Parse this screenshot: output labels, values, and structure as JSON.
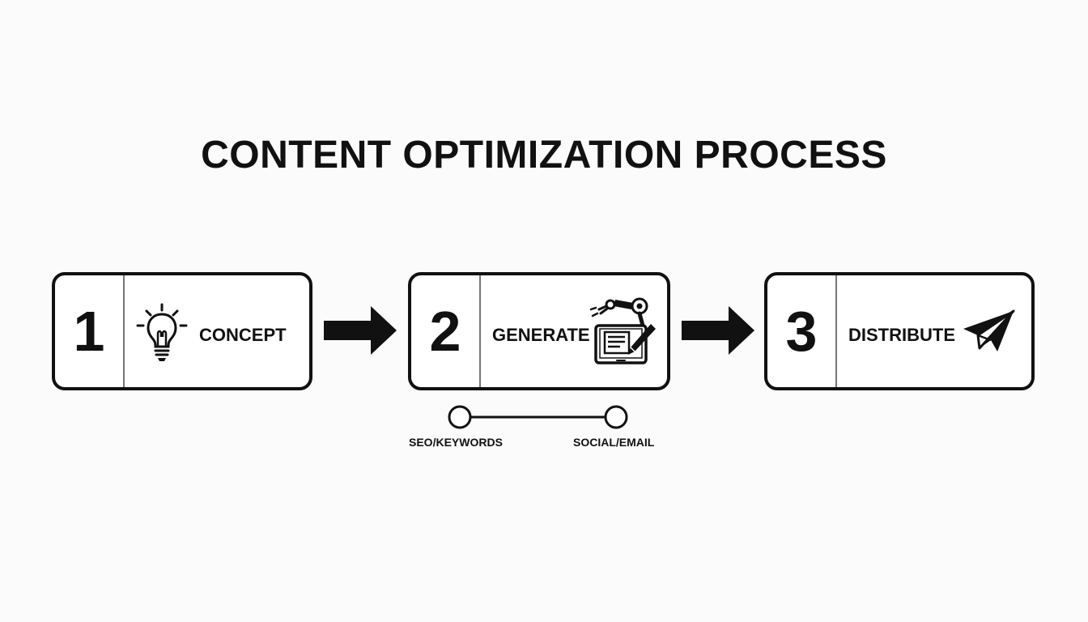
{
  "title": "CONTENT OPTIMIZATION PROCESS",
  "steps": [
    {
      "number": "1",
      "label": "CONCEPT",
      "icon": "lightbulb-icon"
    },
    {
      "number": "2",
      "label": "GENERATE",
      "icon": "robot-arm-writing-tablet-icon"
    },
    {
      "number": "3",
      "label": "DISTRIBUTE",
      "icon": "paper-plane-icon"
    }
  ],
  "branch": {
    "left_label": "SEO/KEYWORDS",
    "right_label": "SOCIAL/EMAIL"
  }
}
